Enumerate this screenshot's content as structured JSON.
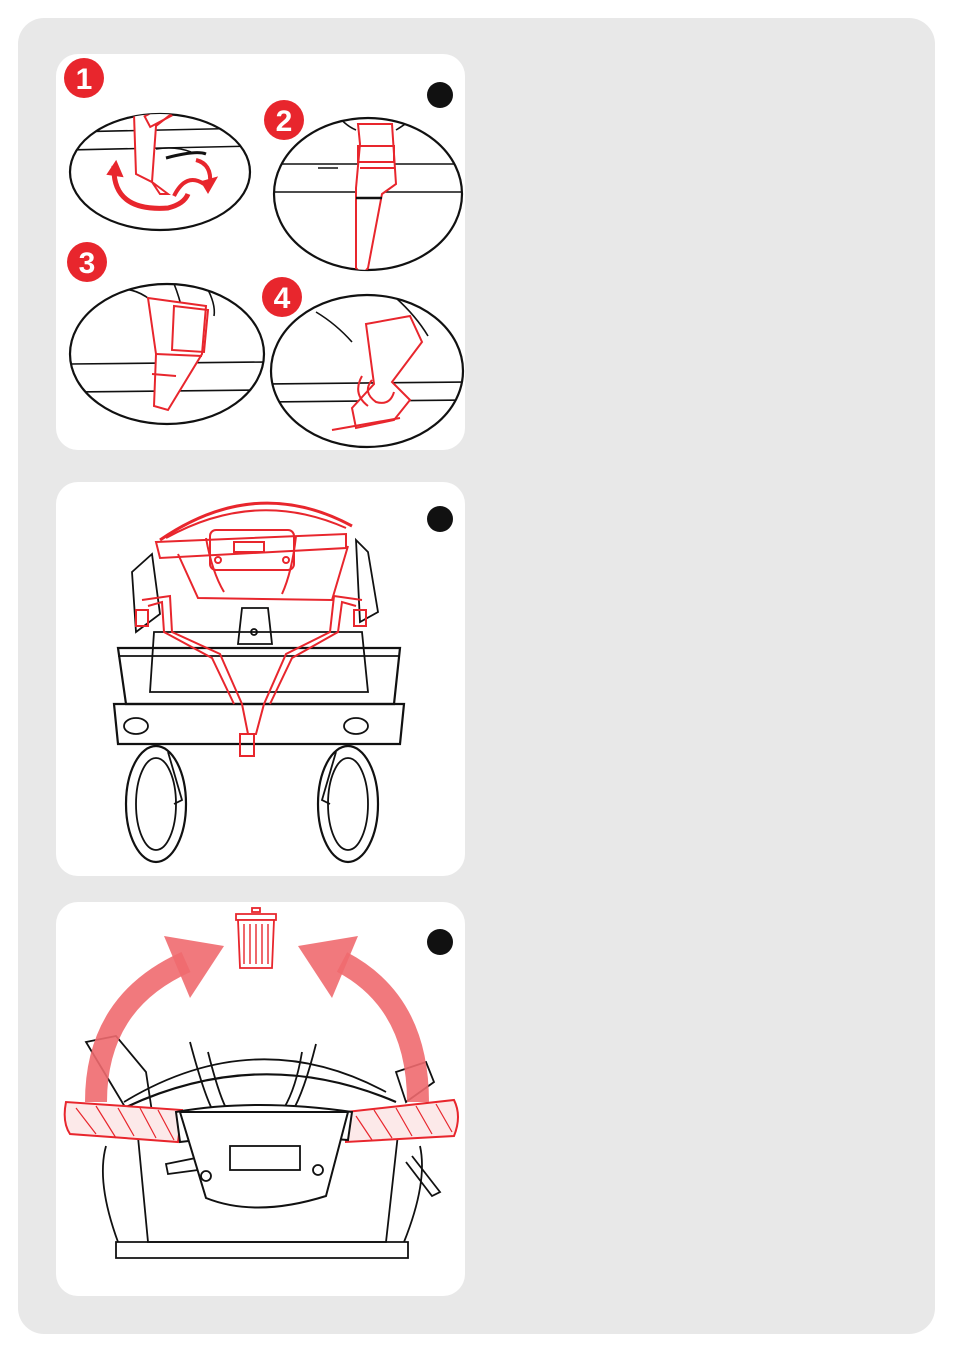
{
  "steps": [
    {
      "label": "1"
    },
    {
      "label": "2"
    },
    {
      "label": "3"
    },
    {
      "label": "4"
    }
  ],
  "colors": {
    "accent": "#e8262d",
    "accent_light": "#f06a6f",
    "line": "#111111",
    "sheet": "#e8e8e8",
    "panel": "#ffffff"
  },
  "icons": [
    "trash-bin-icon",
    "arrow-left-up-icon",
    "arrow-right-up-icon"
  ]
}
